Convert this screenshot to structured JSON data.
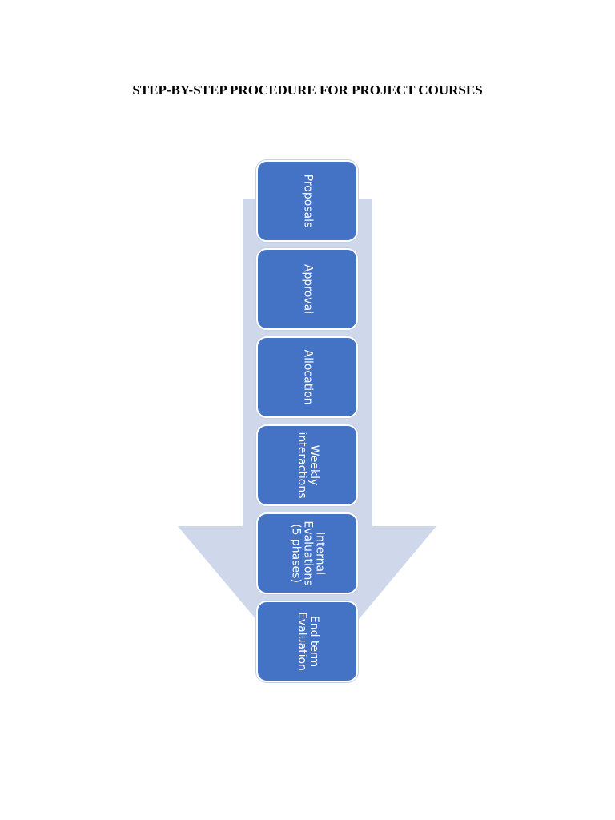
{
  "title": "STEP-BY-STEP PROCEDURE FOR PROJECT COURSES",
  "colors": {
    "arrow_fill": "#cfd7ea",
    "box_fill": "#4472c4",
    "box_border": "#ffffff",
    "box_text": "#ffffff"
  },
  "steps": [
    {
      "lines": [
        "Proposals"
      ]
    },
    {
      "lines": [
        "Approval"
      ]
    },
    {
      "lines": [
        "Allocation"
      ]
    },
    {
      "lines": [
        "Weekly",
        "interactions"
      ]
    },
    {
      "lines": [
        "Internal",
        "Evaluations",
        "(5 phases)"
      ]
    },
    {
      "lines": [
        "End term",
        "Evaluation"
      ]
    }
  ]
}
